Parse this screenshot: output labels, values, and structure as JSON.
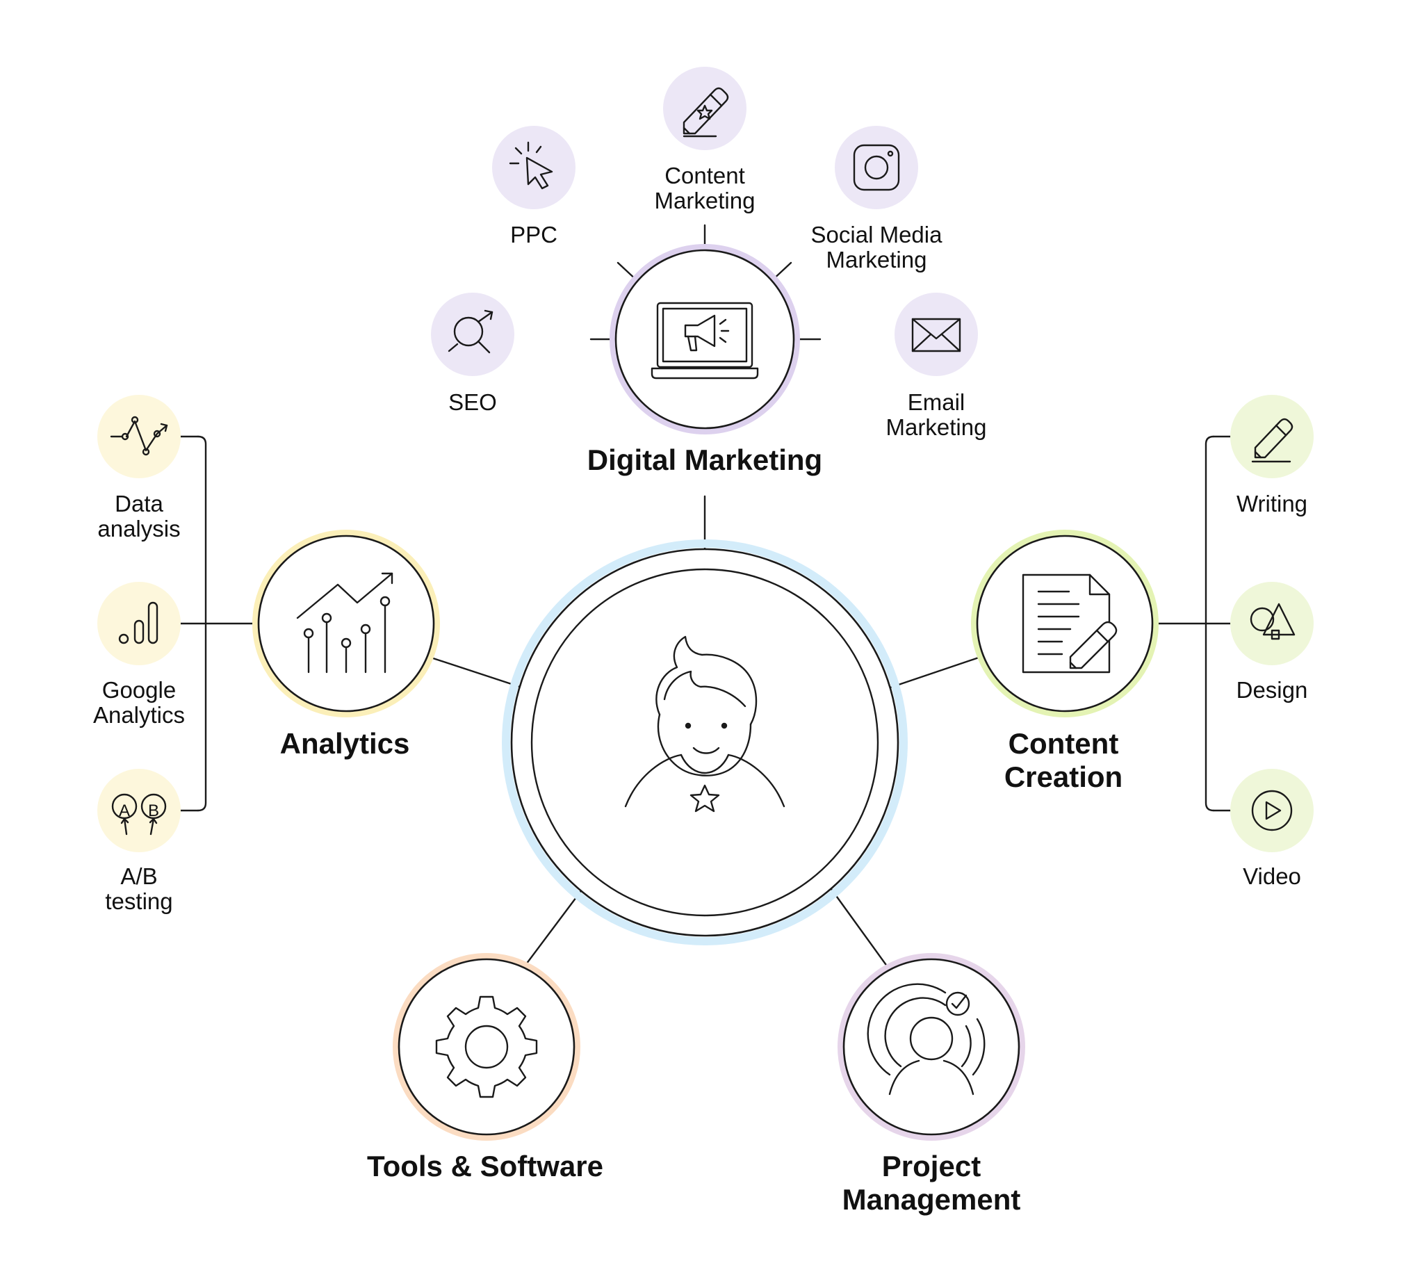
{
  "center": {
    "icon": "person-star-icon",
    "ring_color": "#d3ecfa"
  },
  "colors": {
    "purple_bg": "#ece7f6",
    "yellow_bg": "#fdf7dc",
    "green_bg": "#eff7d9",
    "purple_ring": "#ddd1ee",
    "yellow_ring": "#fbefb9",
    "green_ring": "#e4f3b4",
    "orange_ring": "#fbdcc2",
    "lilac_ring": "#e6d5ea",
    "blue_ring": "#d3ecfa"
  },
  "branches": {
    "digital_marketing": {
      "title": "Digital Marketing",
      "icon": "laptop-megaphone-icon",
      "children": [
        {
          "label": [
            "SEO"
          ],
          "icon": "magnifier-arrow-icon"
        },
        {
          "label": [
            "PPC"
          ],
          "icon": "cursor-click-icon"
        },
        {
          "label": [
            "Content",
            "Marketing"
          ],
          "icon": "pencil-star-icon"
        },
        {
          "label": [
            "Social Media",
            "Marketing"
          ],
          "icon": "instagram-icon"
        },
        {
          "label": [
            "Email",
            "Marketing"
          ],
          "icon": "envelope-icon"
        }
      ]
    },
    "analytics": {
      "title": "Analytics",
      "icon": "line-chart-icon",
      "children": [
        {
          "label": [
            "Data",
            "analysis"
          ],
          "icon": "data-points-icon"
        },
        {
          "label": [
            "Google",
            "Analytics"
          ],
          "icon": "google-analytics-icon"
        },
        {
          "label": [
            "A/B",
            "testing"
          ],
          "icon": "ab-test-icon"
        }
      ]
    },
    "content_creation": {
      "title": [
        "Content",
        "Creation"
      ],
      "icon": "document-pen-icon",
      "children": [
        {
          "label": [
            "Writing"
          ],
          "icon": "pencil-icon"
        },
        {
          "label": [
            "Design"
          ],
          "icon": "shapes-icon"
        },
        {
          "label": [
            "Video"
          ],
          "icon": "play-icon"
        }
      ]
    },
    "tools_software": {
      "title": "Tools & Software",
      "icon": "gear-icon"
    },
    "project_management": {
      "title": [
        "Project",
        "Management"
      ],
      "icon": "target-person-check-icon"
    }
  }
}
